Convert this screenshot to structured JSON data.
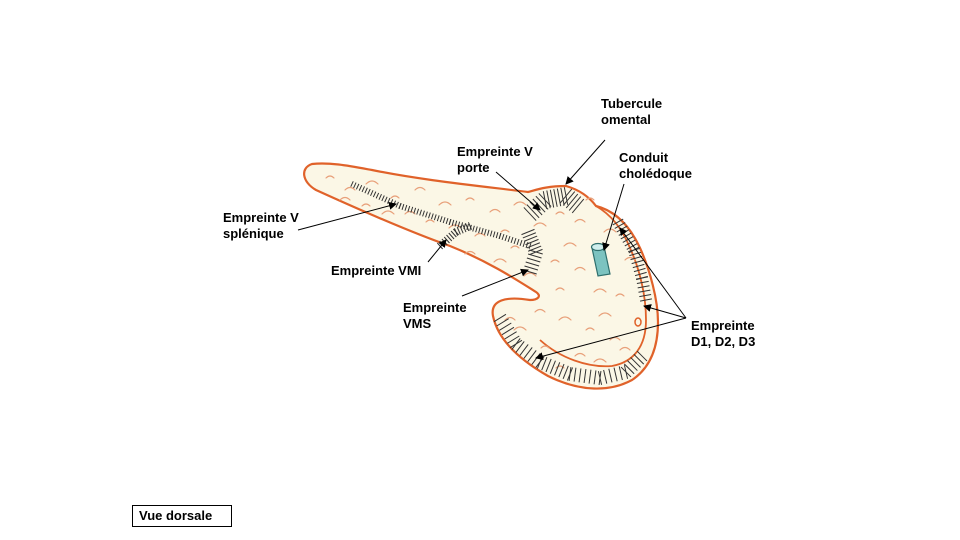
{
  "labels": {
    "tubercule_omental": [
      "Tubercule",
      "omental"
    ],
    "empreinte_v_porte": [
      "Empreinte V",
      "porte"
    ],
    "conduit_choledoque": [
      "Conduit",
      "cholédoque"
    ],
    "empreinte_v_splenique": [
      "Empreinte V",
      "splénique"
    ],
    "empreinte_vmi": "Empreinte VMI",
    "empreinte_vms": [
      "Empreinte",
      "VMS"
    ],
    "empreinte_d1_d2_d3": [
      "Empreinte",
      "D1, D2, D3"
    ]
  },
  "view_label": "Vue dorsale",
  "colors": {
    "outline": "#e0622a",
    "fill": "#fbf7e6",
    "texture": "#e8a07a",
    "hatch": "#333333",
    "duct": "#4a9d9a",
    "arrow": "#000000"
  }
}
